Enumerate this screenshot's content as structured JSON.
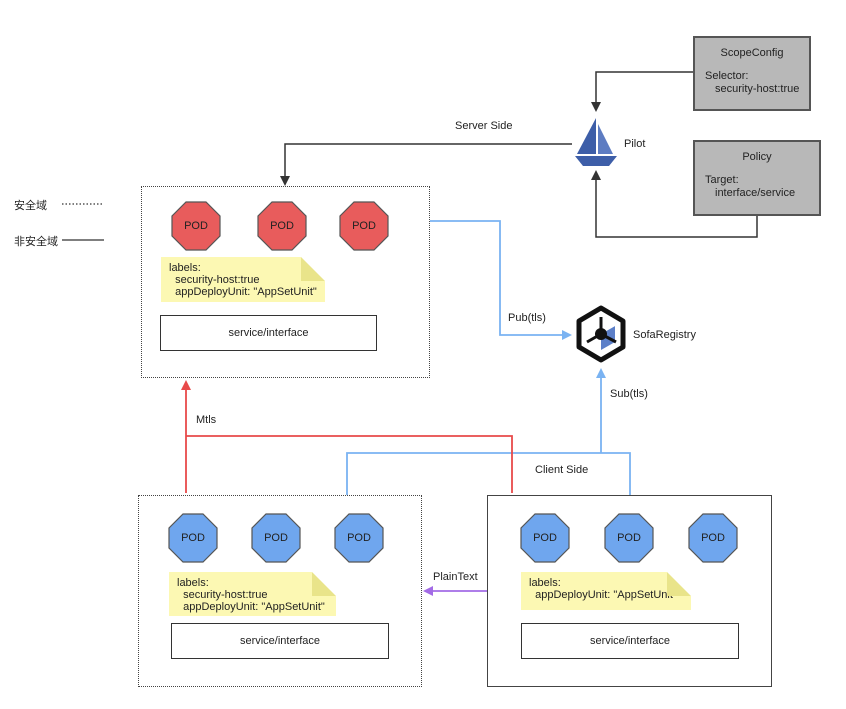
{
  "legend": {
    "secure": "安全域",
    "insecure": "非安全域"
  },
  "scope_config": {
    "title": "ScopeConfig",
    "line1": "Selector:",
    "line2": "security-host:true"
  },
  "policy": {
    "title": "Policy",
    "line1": "Target:",
    "line2": "interface/service"
  },
  "pilot": {
    "label": "Pilot"
  },
  "registry": {
    "label": "SofaRegistry"
  },
  "edges": {
    "server_side": "Server Side",
    "pub": "Pub(tls)",
    "sub": "Sub(tls)",
    "mtls": "Mtls",
    "client_side": "Client Side",
    "plaintext": "PlainText"
  },
  "server_box": {
    "pods": [
      "POD",
      "POD",
      "POD"
    ],
    "pod_color": "#e85c5c",
    "labels": [
      "labels:",
      "  security-host:true",
      "  appDeployUnit: \"AppSetUnit\""
    ],
    "service": "service/interface"
  },
  "client_secure_box": {
    "pods": [
      "POD",
      "POD",
      "POD"
    ],
    "pod_color": "#6fa6ee",
    "labels": [
      "labels:",
      "  security-host:true",
      "  appDeployUnit: \"AppSetUnit\""
    ],
    "service": "service/interface"
  },
  "client_insecure_box": {
    "pods": [
      "POD",
      "POD",
      "POD"
    ],
    "pod_color": "#6fa6ee",
    "labels": [
      "labels:",
      "  appDeployUnit: \"AppSetUnit\""
    ],
    "service": "service/interface"
  },
  "colors": {
    "mtls": "#e84a4a",
    "tls": "#7ab3f2",
    "plaintext": "#a36be6",
    "control": "#333333"
  }
}
